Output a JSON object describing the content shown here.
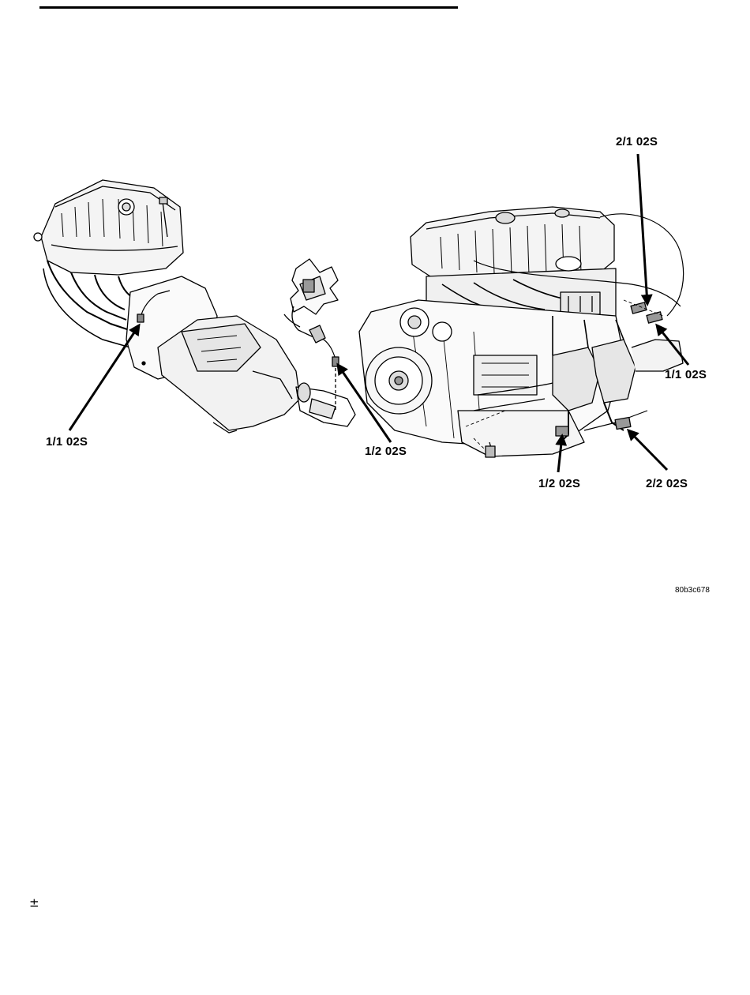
{
  "callouts": {
    "left_1_1": "1/1 02S",
    "left_1_2": "1/2 02S",
    "right_2_1": "2/1 02S",
    "right_1_1": "1/1 02S",
    "right_1_2": "1/2 02S",
    "right_2_2": "2/2 02S"
  },
  "figure_id": "80b3c678",
  "footer_symbol": "±"
}
